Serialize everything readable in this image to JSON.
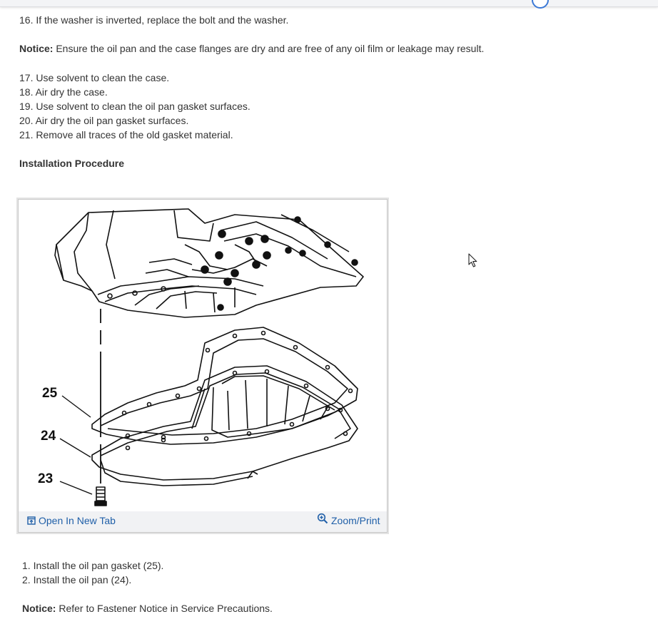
{
  "steps_before": [
    "16. If the washer is inverted, replace the bolt and the washer."
  ],
  "notice1": {
    "label": "Notice:",
    "text": " Ensure the oil pan and the case flanges are dry and are free of any oil film or leakage may result."
  },
  "steps_cleaning": [
    "17. Use solvent to clean the case.",
    "18. Air dry the case.",
    "19. Use solvent to clean the oil pan gasket surfaces.",
    "20. Air dry the oil pan gasket surfaces.",
    "21. Remove all traces of the old gasket material."
  ],
  "section_heading": "Installation Procedure",
  "figure": {
    "callouts": [
      "25",
      "24",
      "23"
    ],
    "open_new_tab_label": "Open In New Tab",
    "zoom_print_label": "Zoom/Print",
    "link_color": "#1f5fa8"
  },
  "install_steps": [
    "1. Install the oil pan gasket (25).",
    "2. Install the oil pan (24)."
  ],
  "notice2": {
    "label": "Notice:",
    "text": " Refer to Fastener Notice in Service Precautions."
  }
}
